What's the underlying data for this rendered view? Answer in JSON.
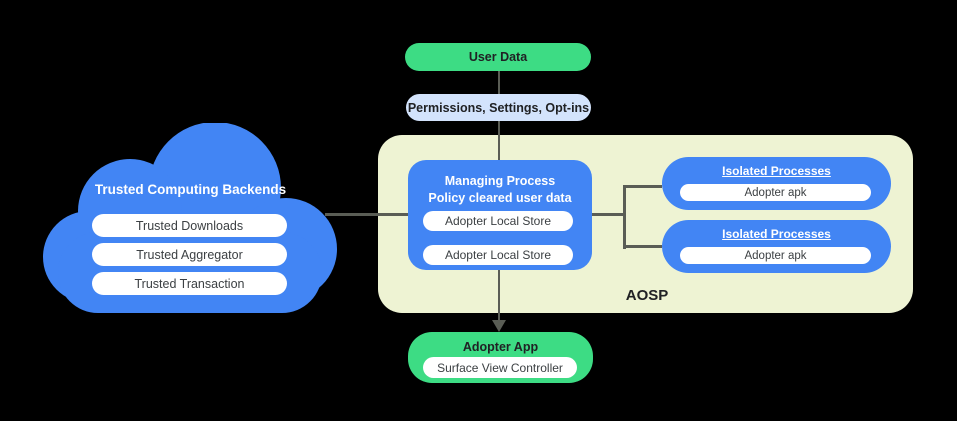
{
  "colors": {
    "blue": "#4285f4",
    "green": "#3ddc84",
    "light_blue": "#d3e3fc",
    "panel_bg": "#eef3d3",
    "connector": "#5a5d55",
    "dark_text": "#202124",
    "pill_text": "#3c4043"
  },
  "flow": {
    "user_data_label": "User Data",
    "permissions_label": "Permissions,  Settings, Opt-ins"
  },
  "cloud": {
    "title": "Trusted Computing Backends",
    "items": [
      "Trusted Downloads",
      "Trusted Aggregator",
      "Trusted Transaction"
    ]
  },
  "aosp": {
    "label": "AOSP",
    "managing_process": {
      "title_line1": "Managing Process",
      "title_line2": "Policy cleared user data",
      "stores": [
        "Adopter Local Store",
        "Adopter Local Store"
      ]
    },
    "isolated_processes": [
      {
        "title": "Isolated Processes",
        "item": "Adopter apk"
      },
      {
        "title": "Isolated Processes",
        "item": "Adopter apk"
      }
    ]
  },
  "adopter_app": {
    "title": "Adopter App",
    "item": "Surface View Controller"
  }
}
